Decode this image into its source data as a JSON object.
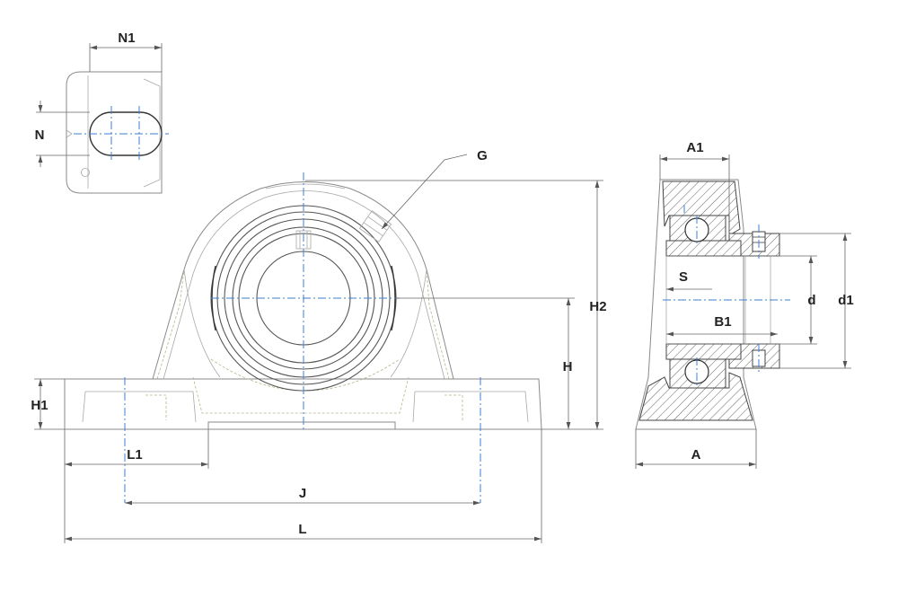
{
  "labels": {
    "n1": "N1",
    "n": "N",
    "g": "G",
    "a1": "A1",
    "h2": "H2",
    "h": "H",
    "h1": "H1",
    "s": "S",
    "b1": "B1",
    "d": "d",
    "d1": "d1",
    "a": "A",
    "l1": "L1",
    "j": "J",
    "l": "L"
  },
  "colors": {
    "outline": "#8a8a8a",
    "centerline": "#3b7fd4",
    "hidden": "#b5b58a",
    "dimension": "#666666",
    "text": "#222222"
  }
}
